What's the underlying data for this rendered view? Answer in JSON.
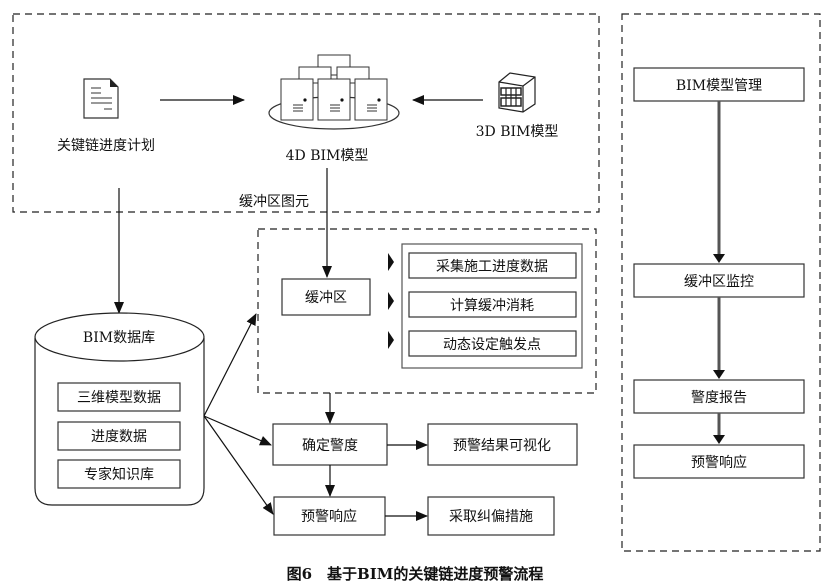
{
  "caption": "图6　基于BIM的关键链进度预警流程",
  "top_group": {
    "schedule_label": "关键链进度计划",
    "model4d_label": "4D BIM模型",
    "model3d_label": "3D BIM模型",
    "buffer_element_label": "缓冲区图元"
  },
  "database": {
    "title": "BIM数据库",
    "items": [
      "三维模型数据",
      "进度数据",
      "专家知识库"
    ]
  },
  "buffer_group": {
    "buffer_label": "缓冲区",
    "actions": [
      "采集施工进度数据",
      "计算缓冲消耗",
      "动态设定触发点"
    ]
  },
  "flow": {
    "alert_level": "确定警度",
    "visualize": "预警结果可视化",
    "response": "预警响应",
    "correct": "采取纠偏措施"
  },
  "right_group": {
    "steps": [
      "BIM模型管理",
      "缓冲区监控",
      "警度报告",
      "预警响应"
    ]
  }
}
